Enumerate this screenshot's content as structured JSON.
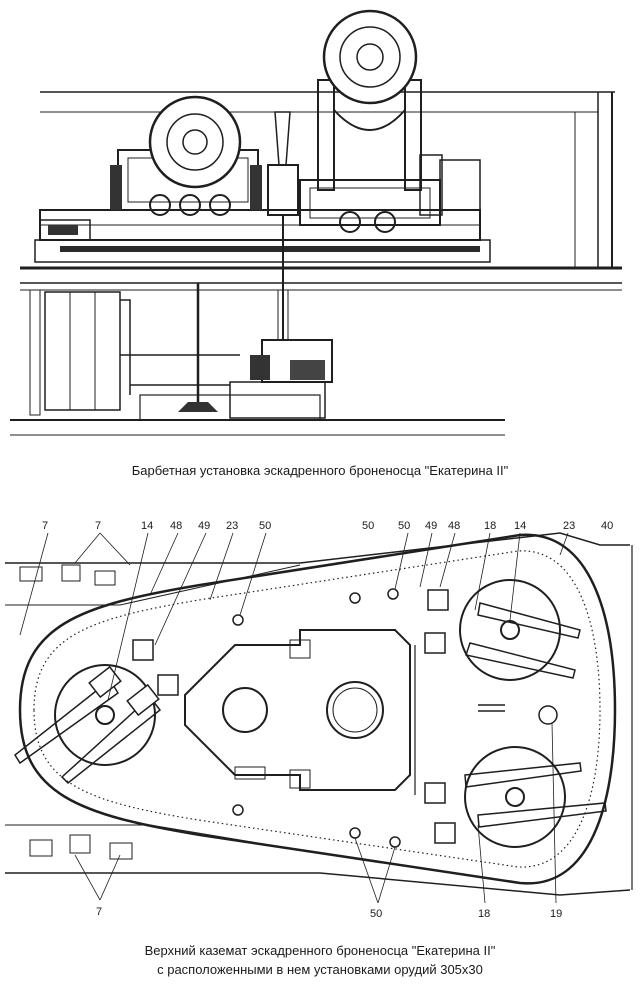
{
  "captions": {
    "top": "Барбетная установка эскадренного броненосца \"Екатерина II\"",
    "bottom_line1": "Верхний каземат эскадренного броненосца \"Екатерина II\"",
    "bottom_line2": "с расположенными в нем установками орудий 305х30"
  },
  "callouts": {
    "n7a": "7",
    "n7b": "7",
    "n14a": "14",
    "n48a": "48",
    "n49a": "49",
    "n23a": "23",
    "n50a": "50",
    "n50b": "50",
    "n50c": "50",
    "n49b": "49",
    "n48b": "48",
    "n18a": "18",
    "n14b": "14",
    "n23b": "23",
    "n40": "40",
    "n7c": "7",
    "n50d": "50",
    "n18b": "18",
    "n19": "19"
  }
}
